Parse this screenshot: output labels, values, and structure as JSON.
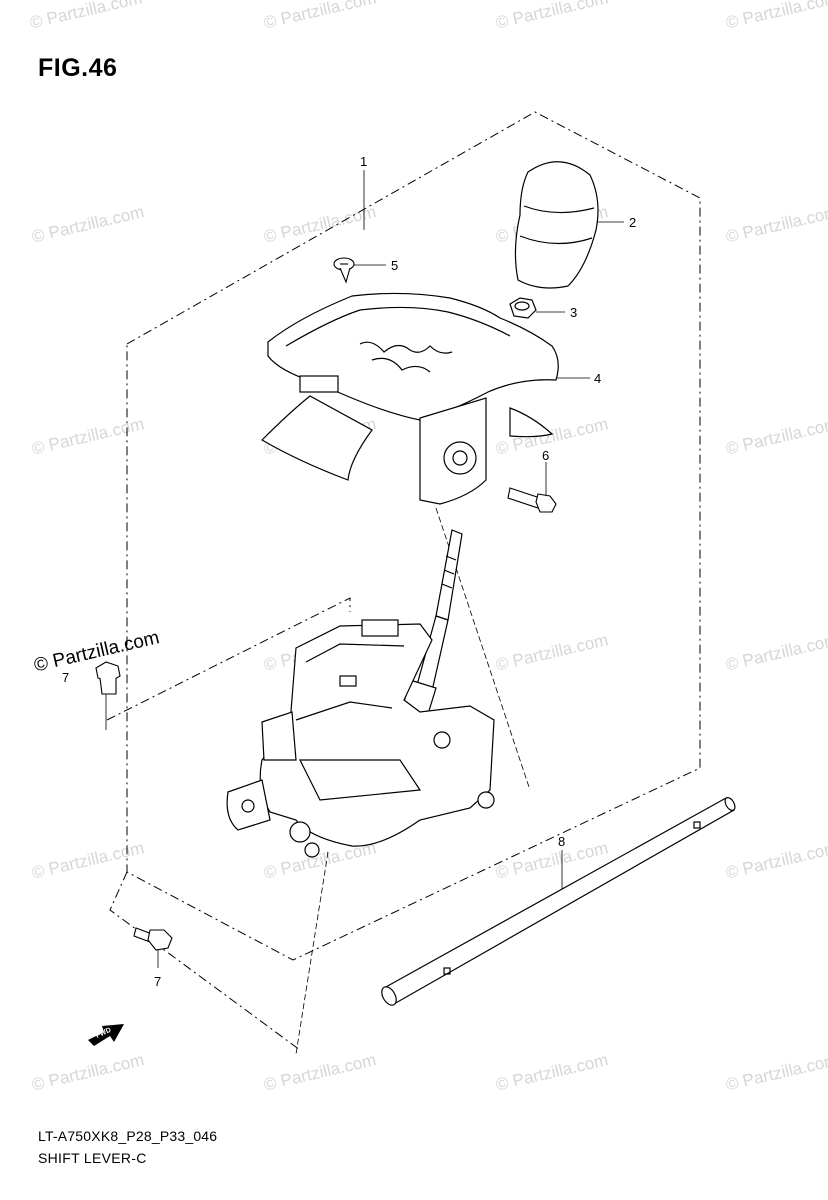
{
  "figure": {
    "title": "FIG.46",
    "model_code": "LT-A750XK8_P28_P33_046",
    "section_name": "SHIFT LEVER-C"
  },
  "watermark": {
    "text": "© Partzilla.com"
  },
  "callouts": [
    {
      "id": "1",
      "label": "1"
    },
    {
      "id": "2",
      "label": "2"
    },
    {
      "id": "3",
      "label": "3"
    },
    {
      "id": "4",
      "label": "4"
    },
    {
      "id": "5",
      "label": "5"
    },
    {
      "id": "6",
      "label": "6"
    },
    {
      "id": "7a",
      "label": "7"
    },
    {
      "id": "7b",
      "label": "7"
    },
    {
      "id": "8",
      "label": "8"
    }
  ],
  "fwd_label": "FWD",
  "colors": {
    "line": "#000000",
    "watermark": "#d6d6d6",
    "background": "#ffffff"
  }
}
